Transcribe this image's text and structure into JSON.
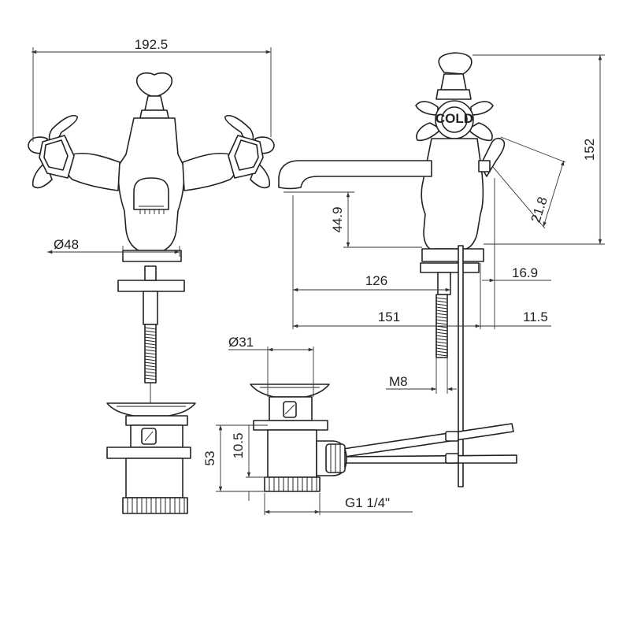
{
  "dimensions": {
    "front_width": "192.5",
    "base_diameter": "Ø48",
    "spout_height": "44.9",
    "overall_height": "152",
    "lever_length": "21.8",
    "spout_reach_inner": "126",
    "spout_reach_outer": "151",
    "lever_offset_a": "16.9",
    "lever_offset_b": "11.5",
    "waste_diameter": "Ø31",
    "thread_size": "M8",
    "waste_height": "53",
    "waste_gap": "10.5",
    "waste_thread": "G1 1/4\""
  },
  "handle_labels": {
    "text": "COLD"
  }
}
